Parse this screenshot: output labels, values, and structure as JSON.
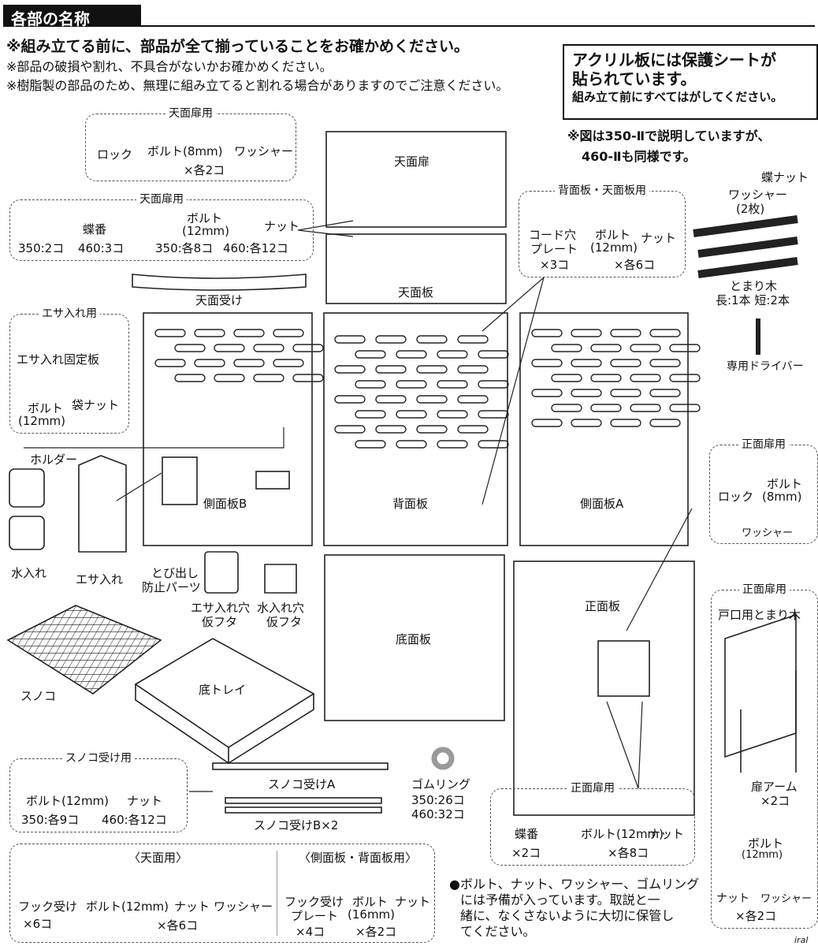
{
  "header": {
    "title": "各部の名称"
  },
  "notes": {
    "line1": "※組み立てる前に、部品が全て揃っていることをお確かめください。",
    "line2": "※部品の破損や割れ、不具合がないかお確かめください。",
    "line3": "※樹脂製の部品のため、無理に組み立てると割れる場合がありますのでご注意ください。"
  },
  "notice": {
    "l1": "アクリル板には保護シートが",
    "l2": "貼られています。",
    "l3": "組み立て前にすべてはがしてください。"
  },
  "model_note": {
    "l1": "※図は350-Ⅱで説明していますが、",
    "l2": "460-Ⅱも同様です。"
  },
  "groups": {
    "top_door_a": {
      "title": "天面扉用",
      "lock": "ロック",
      "bolt": "ボルト(8mm)",
      "washer": "ワッシャー",
      "qty": "×各2コ"
    },
    "top_door_b": {
      "title": "天面扉用",
      "hinge": "蝶番",
      "bolt": "ボルト",
      "bolt2": "(12mm)",
      "nut": "ナット",
      "q1": "350:2コ",
      "q2": "460:3コ",
      "q3": "350:各8コ",
      "q4": "460:各12コ"
    },
    "back_top": {
      "title": "背面板・天面板用",
      "plate1": "コード穴",
      "plate2": "プレート",
      "bolt": "ボルト",
      "bolt2": "(12mm)",
      "nut": "ナット",
      "q1": "×3コ",
      "q2": "×各6コ"
    },
    "feeder": {
      "title": "エサ入れ用",
      "plate": "エサ入れ固定板",
      "bolt": "ボルト",
      "bolt2": "(12mm)",
      "capnut": "袋ナット"
    },
    "front_door_a": {
      "title": "正面扉用",
      "lock": "ロック",
      "bolt": "ボルト",
      "bolt2": "(8mm)",
      "washer": "ワッシャー"
    },
    "front_door_b": {
      "title": "正面扉用",
      "perch": "戸口用とまり木",
      "arm": "扉アーム",
      "armq": "×2コ",
      "bolt": "ボルト",
      "bolt2": "(12mm)",
      "nut": "ナット",
      "washer": "ワッシャー",
      "q": "×各2コ"
    },
    "grate_rail": {
      "title": "スノコ受け用",
      "bolt": "ボルト(12mm)",
      "nut": "ナット",
      "q1": "350:各9コ",
      "q2": "460:各12コ"
    },
    "front_door_c": {
      "title": "正面扉用",
      "hinge": "蝶番",
      "bolt": "ボルト(12mm)",
      "nut": "ナット",
      "q1": "×2コ",
      "q2": "×各8コ"
    },
    "hooks": {
      "top_title": "〈天面用〉",
      "side_title": "〈側面板・背面板用〉",
      "hook": "フック受け",
      "hookq": "×6コ",
      "bolt": "ボルト(12mm)",
      "nut": "ナット",
      "washer": "ワッシャー",
      "q1": "×各6コ",
      "plate1": "フック受け",
      "plate2": "プレート",
      "plateq": "×4コ",
      "bolt16": "ボルト",
      "bolt16b": "(16mm)",
      "nut2": "ナット",
      "q2": "×各2コ"
    }
  },
  "parts": {
    "top_door": "天面扉",
    "top_panel": "天面板",
    "top_rail": "天面受け",
    "side_b": "側面板B",
    "back": "背面板",
    "side_a": "側面板A",
    "holder": "ホルダー",
    "water": "水入れ",
    "feeder": "エサ入れ",
    "guard1": "とび出し",
    "guard2": "防止パーツ",
    "feed_cover1": "エサ入れ穴",
    "feed_cover2": "仮フタ",
    "water_cover1": "水入れ穴",
    "water_cover2": "仮フタ",
    "bottom": "底面板",
    "front": "正面板",
    "grate": "スノコ",
    "tray": "底トレイ",
    "rail_a": "スノコ受けA",
    "rail_b": "スノコ受けB×2",
    "perch_title": "蝶ナット",
    "perch_washer": "ワッシャー",
    "perch_washer2": "(2枚)",
    "perch": "とまり木",
    "perch_q": "長:1本 短:2本",
    "driver": "専用ドライバー",
    "ring": "ゴムリング",
    "ring_q1": "350:26コ",
    "ring_q2": "460:32コ"
  },
  "footer": {
    "l1": "●ボルト、ナット、ワッシャー、ゴムリング",
    "l2": "には予備が入っています。取説と一",
    "l3": "緒に、なくさないように大切に保管し",
    "l4": "てください。"
  },
  "signature": "iral"
}
